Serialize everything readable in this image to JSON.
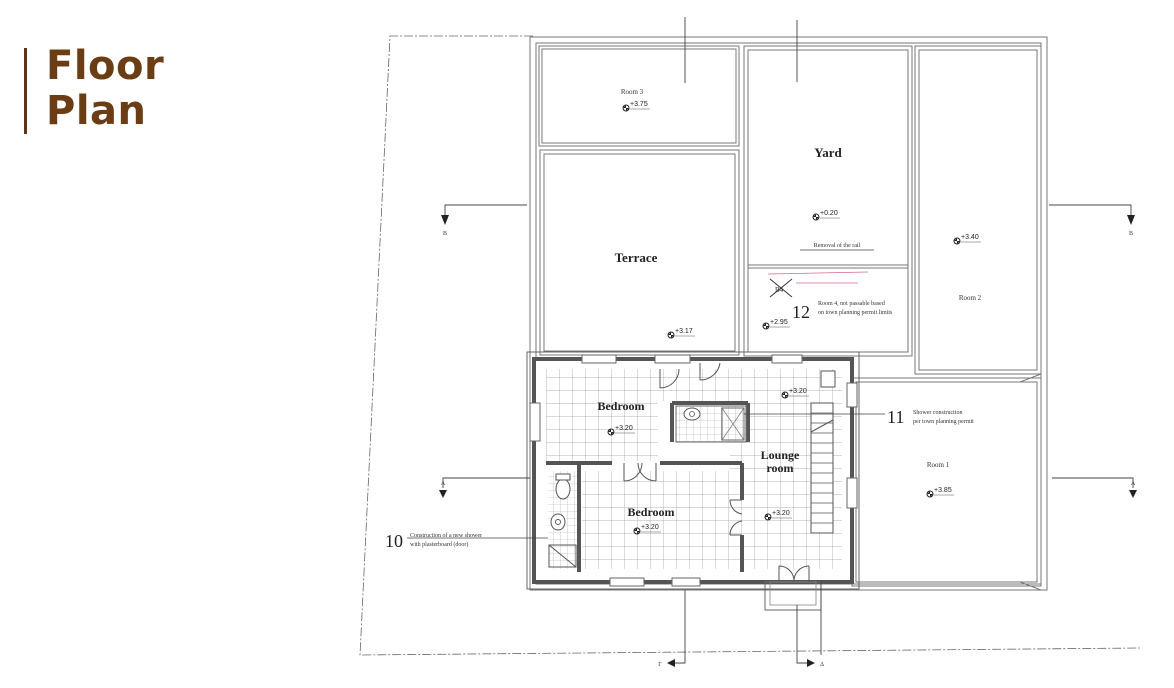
{
  "title": {
    "line1": "Floor",
    "line2": "Plan"
  },
  "colors": {
    "title": "#6b3d14",
    "wall": "#7a7a7a",
    "line": "#555555",
    "annotation": "#d66a8a"
  },
  "rooms": {
    "room3": "Room 3",
    "yard": "Yard",
    "terrace": "Terrace",
    "room2": "Room 2",
    "room1": "Room 1",
    "bedroom_top": "Bedroom",
    "bedroom_bottom": "Bedroom",
    "lounge_line1": "Lounge",
    "lounge_line2": "room"
  },
  "elevations": {
    "room3": "+3.75",
    "yard": "+0.20",
    "room2": "+3.40",
    "terrace": "+3.17",
    "room4": "+2.95",
    "lounge_top": "+3.20",
    "bedroom_top": "+3.20",
    "room1": "+3.85",
    "bedroom_bottom": "+3.20",
    "lounge_bottom": "+3.20"
  },
  "notes": {
    "rail": "Removal of the rail",
    "n12_number": "12",
    "n12_line1": "Room 4, not passable based",
    "n12_line2": "on town planning permit limits",
    "n11_number": "11",
    "n11_line1": "Shower construction",
    "n11_line2": "per town planning permit",
    "n10_number": "10",
    "n10_line1": "Construction of a new shower",
    "n10_line2": "with plasterboard (door)",
    "crossed_mark": "B4"
  },
  "section_markers": {
    "b_left": "B",
    "b_right": "B",
    "a_left": "A",
    "a_right": "A",
    "bottom_left": "Γ",
    "bottom_right": "Δ"
  }
}
